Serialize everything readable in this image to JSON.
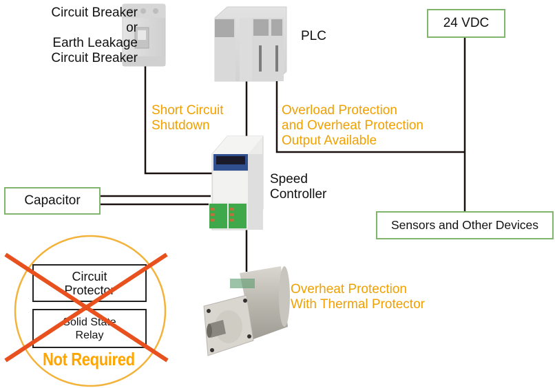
{
  "devices": {
    "circuit_breaker": {
      "label_lines": [
        "Circuit Breaker",
        "or",
        "Earth Leakage",
        "Circuit Breaker"
      ]
    },
    "plc": {
      "label": "PLC"
    },
    "speed_controller": {
      "label_lines": [
        "Speed",
        "Controller"
      ]
    },
    "motor": {
      "icon": "motor-icon"
    }
  },
  "boxes": {
    "power_supply": "24 VDC",
    "capacitor": "Capacitor",
    "sensors": "Sensors and Other Devices"
  },
  "annotations": {
    "short_circuit": [
      "Short Circuit",
      "Shutdown"
    ],
    "overload": [
      "Overload Protection",
      "and Overheat Protection",
      "Output Available"
    ],
    "overheat": [
      "Overheat Protection",
      "With Thermal Protector"
    ]
  },
  "not_required": {
    "items": [
      {
        "lines": [
          "Circuit",
          "Protector"
        ]
      },
      {
        "lines": [
          "Solid State",
          "Relay"
        ]
      }
    ],
    "label": "Not Required"
  },
  "colors": {
    "accent_orange": "#f0a000",
    "box_green": "#7fb56a",
    "cross_red": "#e8501e",
    "circle_orange": "#f3b23a"
  }
}
